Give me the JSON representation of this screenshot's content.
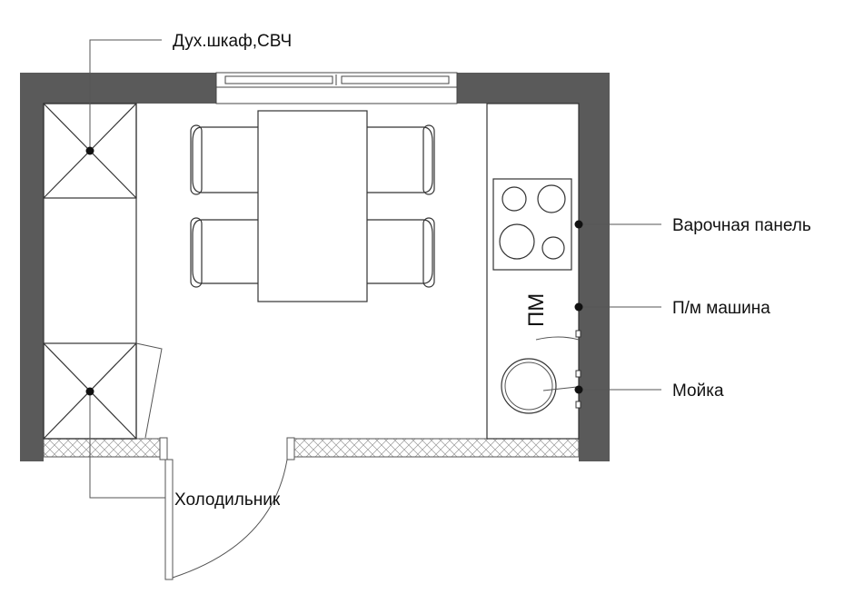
{
  "labels": {
    "oven": "Дух.шкаф,СВЧ",
    "hob": "Варочная панель",
    "dishwasher": "П/м машина",
    "sink": "Мойка",
    "fridge": "Холодильник",
    "dishwasher_mark": "ПМ"
  },
  "colors": {
    "wall": "#5a5a5a",
    "line": "#333333",
    "background": "#ffffff"
  }
}
